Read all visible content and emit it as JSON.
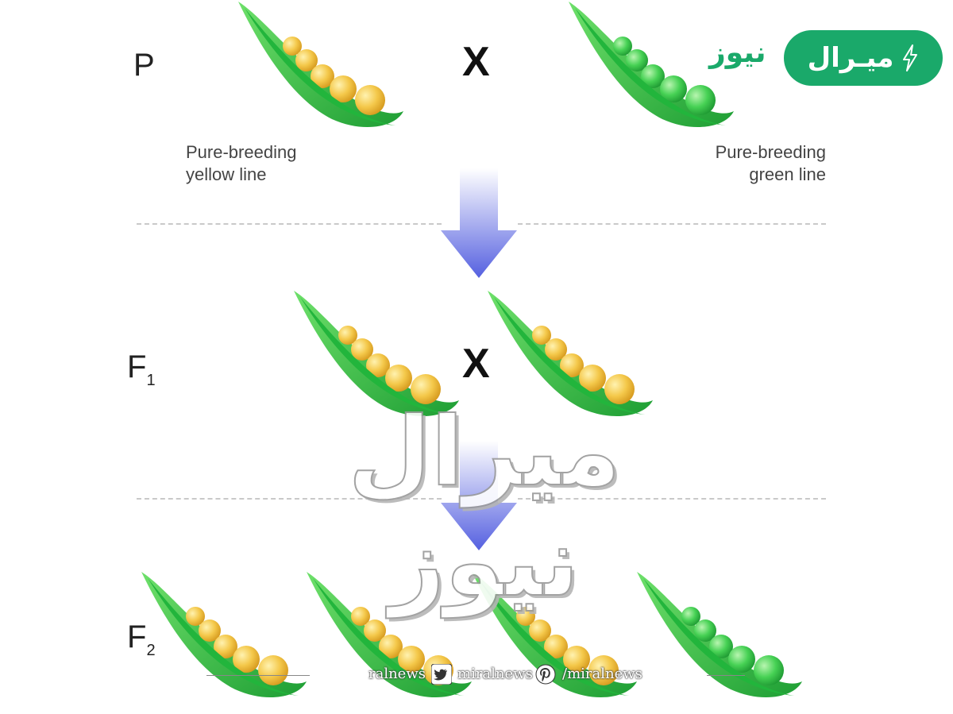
{
  "generations": {
    "p": {
      "label": "P"
    },
    "f1": {
      "label": "F",
      "sub": "1"
    },
    "f2": {
      "label": "F",
      "sub": "2"
    }
  },
  "cross_symbol": "X",
  "captions": {
    "left": [
      "Pure-breeding",
      "yellow line"
    ],
    "right": [
      "Pure-breeding",
      "green line"
    ]
  },
  "colors": {
    "pod_green": "#2fc94a",
    "pod_dark": "#1e9e34",
    "pea_yellow": "#f4c84a",
    "pea_green": "#46d154",
    "arrow_blue": "#5560e0",
    "brand_green": "#1aa96a"
  },
  "watermark": {
    "text": "ميرال نيوز"
  },
  "logo": {
    "pill_text": "ميـرال",
    "word_text": "نيوز",
    "icon": "lightning-icon"
  },
  "social": {
    "items": [
      {
        "icon": "twitter-icon",
        "text": "miralnews"
      },
      {
        "icon": "pinterest-icon",
        "text": "/miralnews"
      }
    ],
    "partial_left": "ralnews"
  }
}
